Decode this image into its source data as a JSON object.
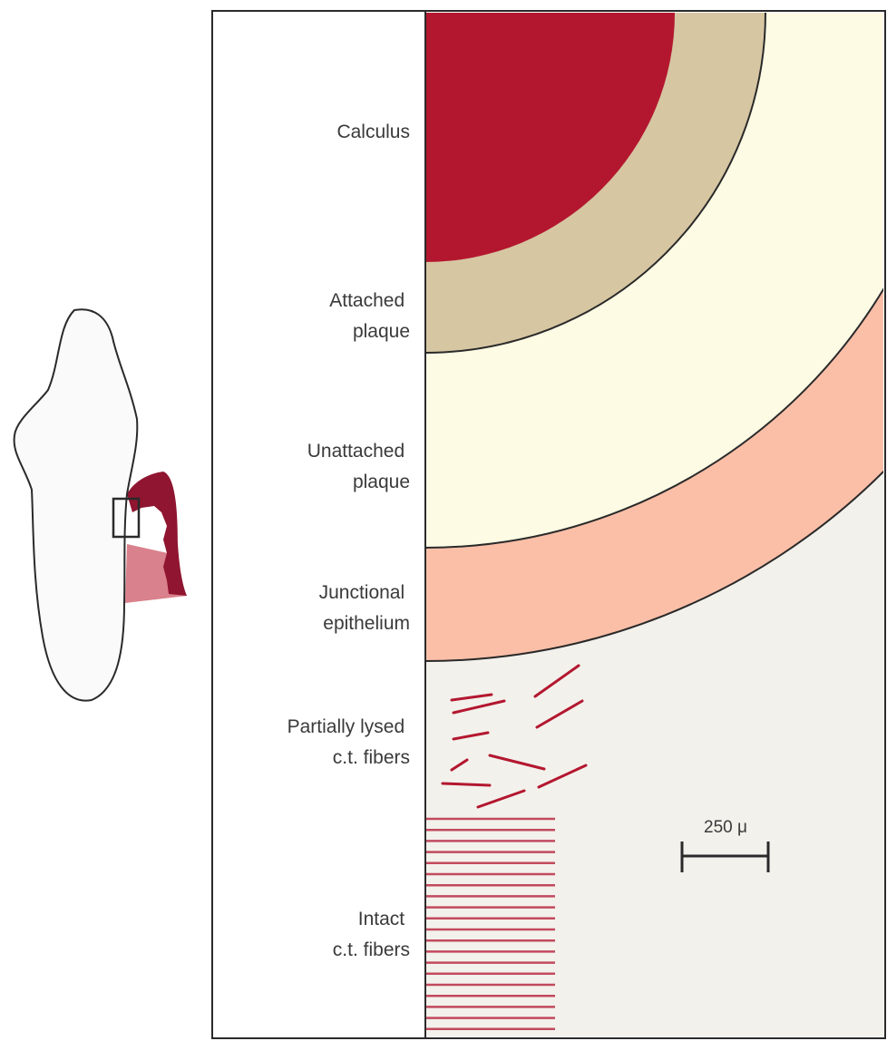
{
  "diagram": {
    "layers": [
      {
        "key": "calculus",
        "lines": [
          "Calculus"
        ],
        "color": "#b3172f"
      },
      {
        "key": "attached-plaque",
        "lines": [
          "Attached",
          "plaque"
        ],
        "color": "#d6c6a2"
      },
      {
        "key": "unattached-plaque",
        "lines": [
          "Unattached",
          "plaque"
        ],
        "color": "#fefbe4"
      },
      {
        "key": "junctional-epithelium",
        "lines": [
          "Junctional",
          "epithelium"
        ],
        "color": "#fbbfa8"
      },
      {
        "key": "partially-lysed-fibers",
        "lines": [
          "Partially lysed",
          "c.t. fibers"
        ],
        "color": "#b3172f"
      },
      {
        "key": "intact-fibers",
        "lines": [
          "Intact",
          "c.t. fibers"
        ],
        "color": "#c24a5e"
      }
    ],
    "scale_bar": {
      "label": "250 μ"
    },
    "colors": {
      "tissue_background": "#f3f1ec",
      "outline": "#2a2a2a",
      "gingiva_dark": "#8f1530",
      "gingiva_light": "#d9818c",
      "tooth_fill": "#fafafa"
    }
  }
}
